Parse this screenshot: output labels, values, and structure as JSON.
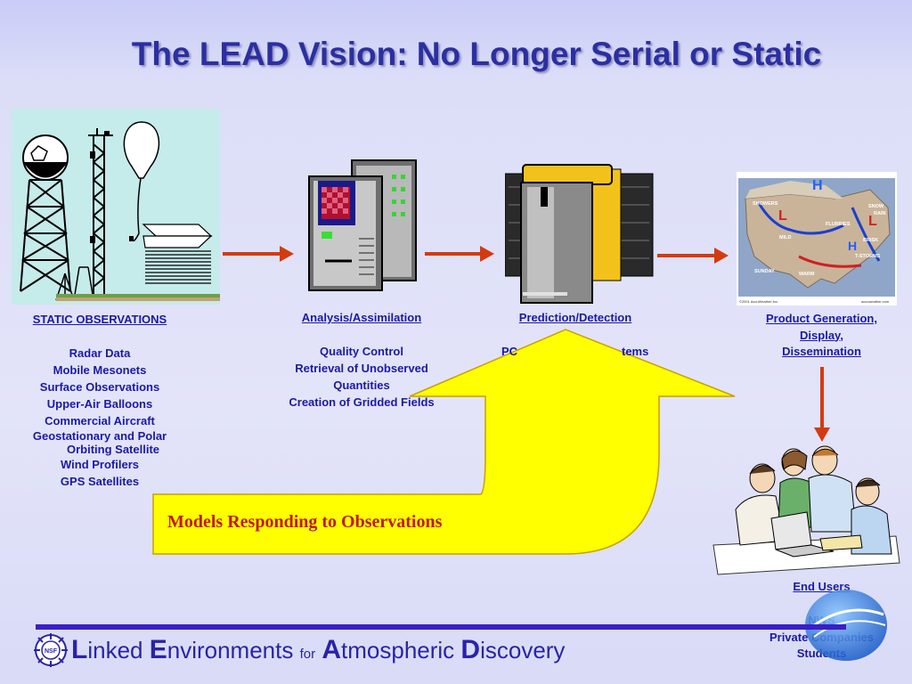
{
  "title": "The LEAD Vision: No Longer Serial or Static",
  "columns": {
    "observations": {
      "heading": "STATIC OBSERVATIONS",
      "items": [
        "Radar Data",
        "Mobile Mesonets",
        "Surface Observations",
        "Upper-Air Balloons",
        "Commercial Aircraft",
        "Geostationary and Polar",
        "Orbiting Satellite",
        "Wind Profilers",
        "GPS Satellites"
      ]
    },
    "analysis": {
      "heading": "Analysis/Assimilation",
      "items": [
        "Quality Control",
        "Retrieval of Unobserved",
        "Quantities",
        "Creation of Gridded Fields"
      ]
    },
    "prediction": {
      "heading": "Prediction/Detection",
      "items_left": "PC",
      "items_right": "tems"
    },
    "product": {
      "heading_lines": [
        "Product Generation,",
        "Display,",
        "Dissemination"
      ]
    },
    "end_users": {
      "heading": "End Users",
      "items": [
        "NWS",
        "Private Companies",
        "Students"
      ]
    }
  },
  "big_arrow": {
    "label": "Models Responding to Observations",
    "fill": "#ffff00",
    "stroke": "#c8a000"
  },
  "footer": {
    "L": "L",
    "inked": "inked",
    "E": "E",
    "nvironments": "nvironments",
    "for": "for",
    "A": "A",
    "tmospheric": "tmospheric",
    "D": "D",
    "iscovery": "iscovery",
    "nsf_logo_text": "NSF"
  },
  "map_caption_left": "©2001 AccuWeather,Inc.",
  "map_caption_right": "accuweather.com",
  "map_labels": {
    "showers": "SHOWERS",
    "snow": "SNOW",
    "rain": "RAIN",
    "flurries": "FLURRIES",
    "mild": "MILD",
    "brisk": "BRISK",
    "t_storms": "T-STORMS",
    "sunday": "SUNDAY",
    "warm": "WARM",
    "high": "H",
    "low": "L"
  },
  "colors": {
    "title": "#2c2fa0",
    "text": "#1a1aa6",
    "arrow": "#d43a10",
    "footer_line": "#3a1fc8"
  }
}
